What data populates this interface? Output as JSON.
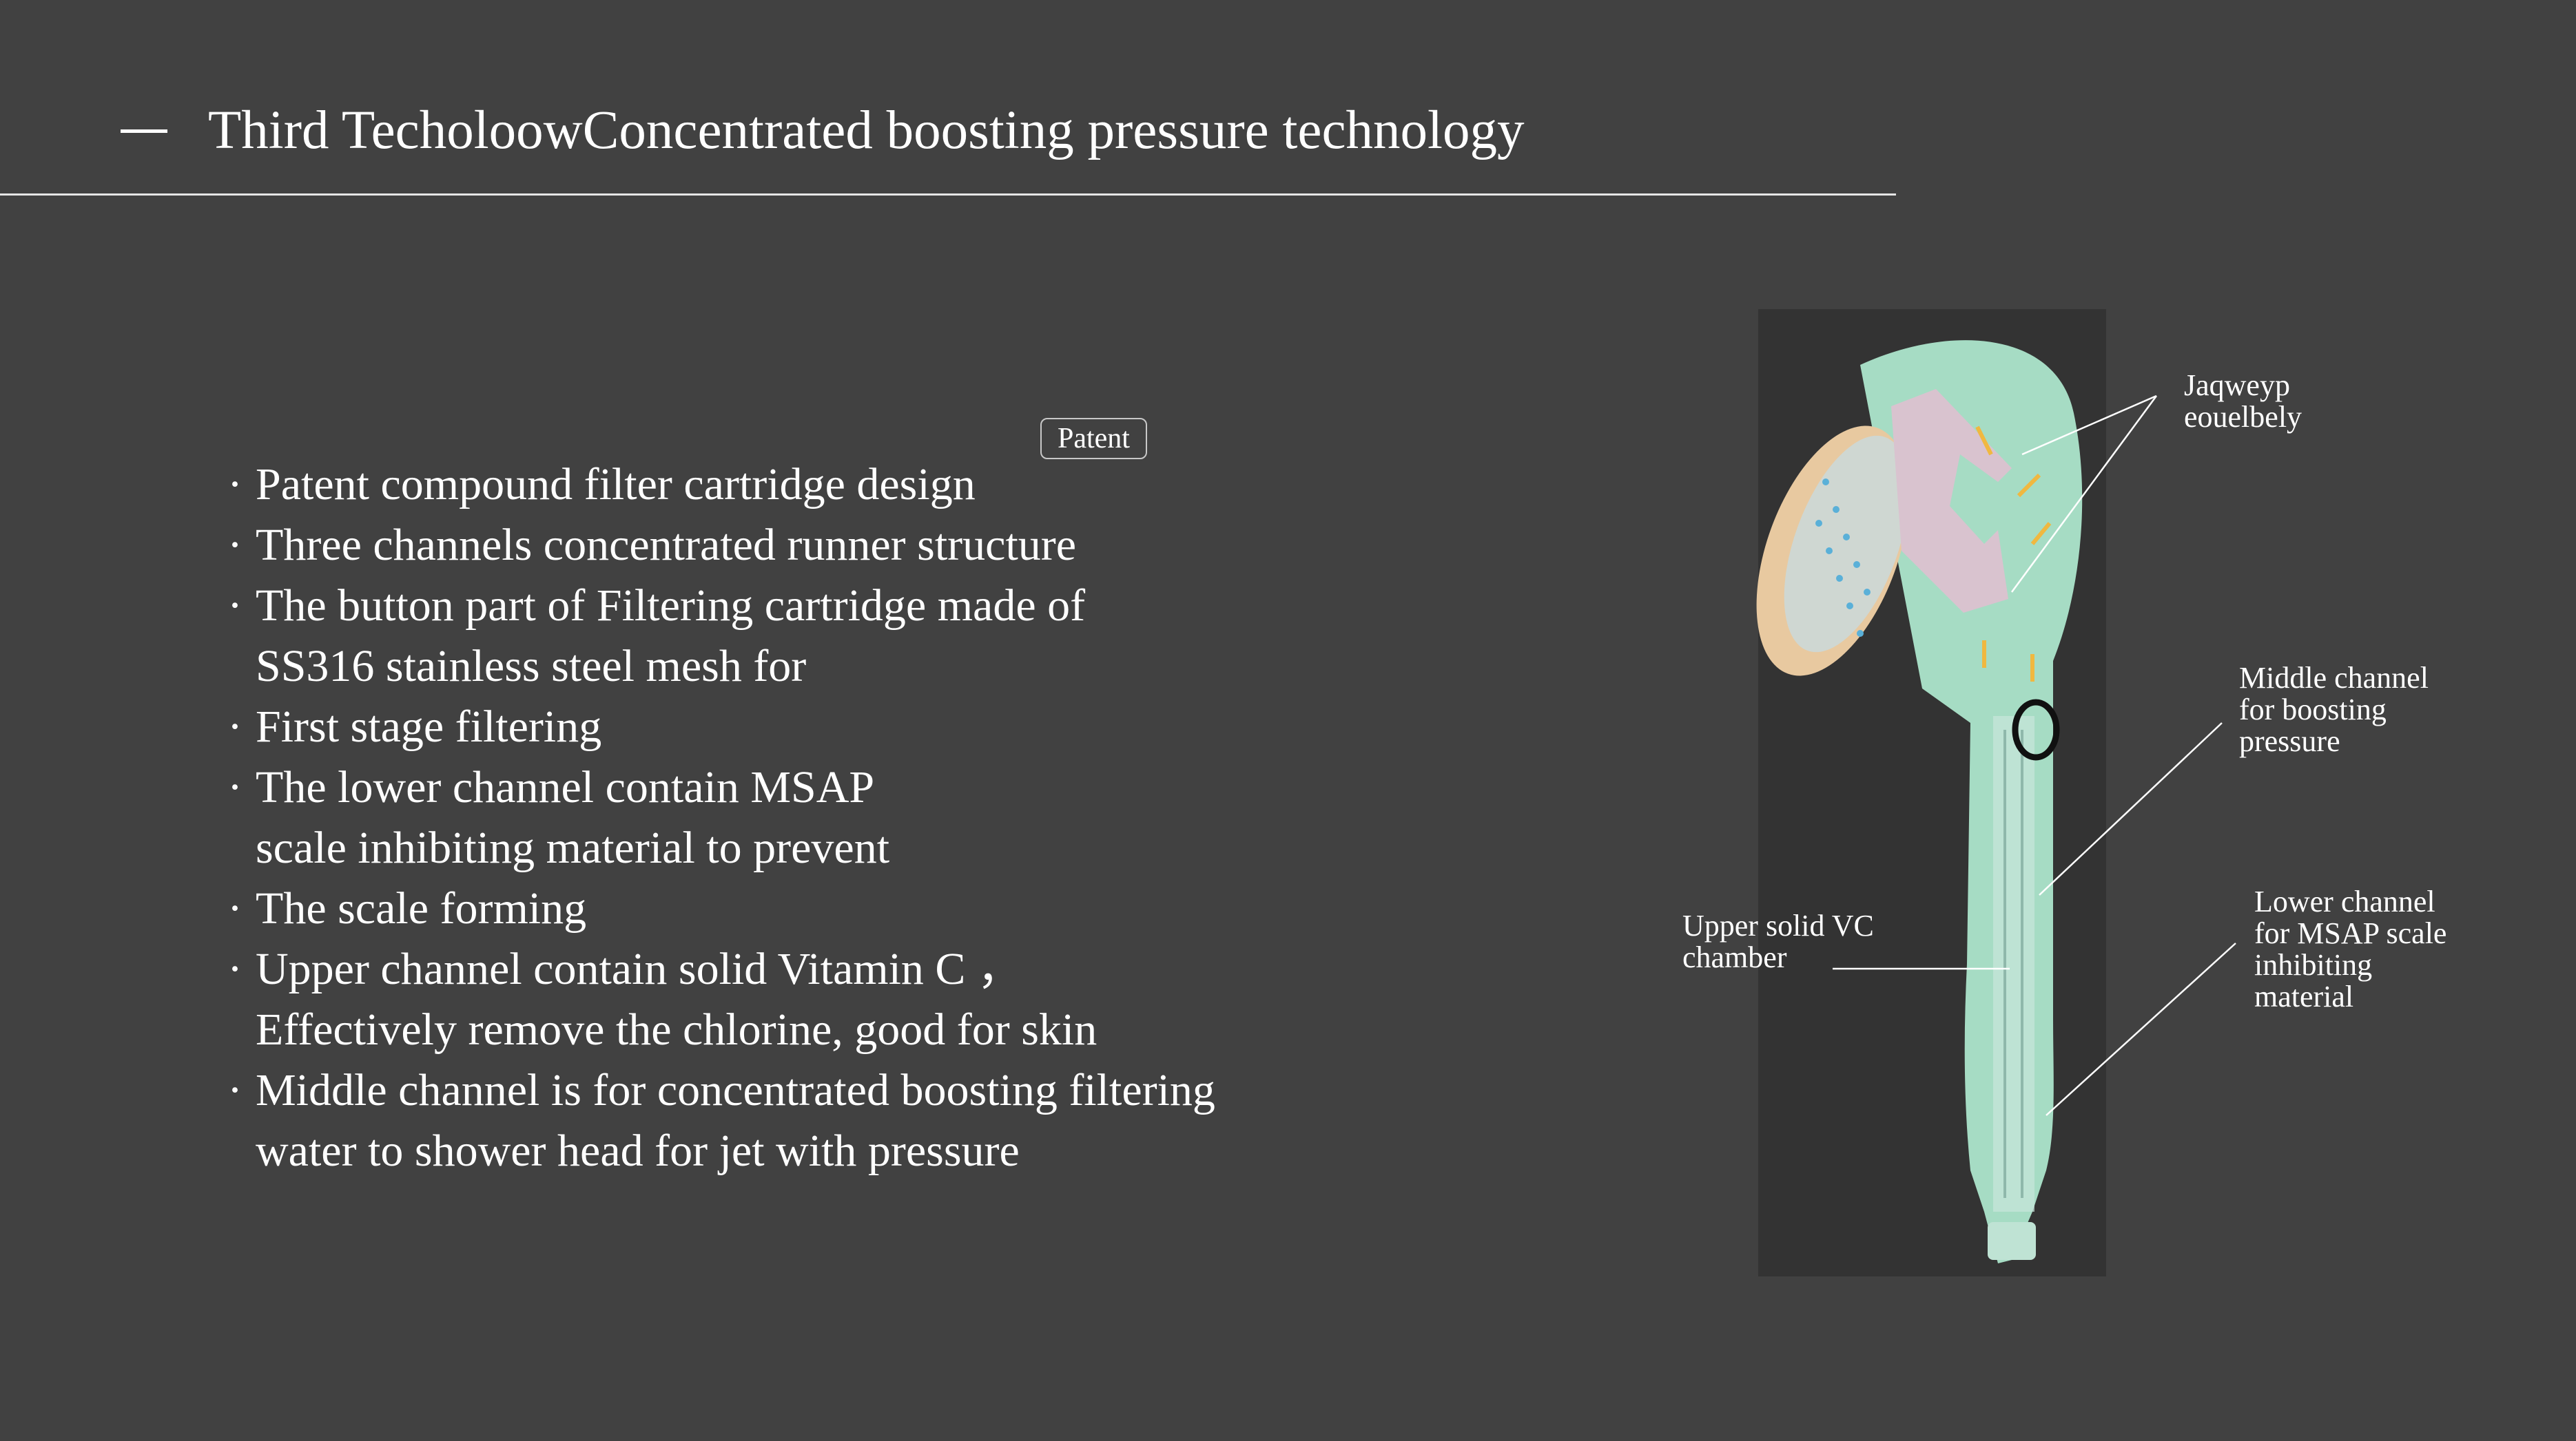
{
  "header": {
    "title": "Third TecholoowConcentrated boosting pressure technology"
  },
  "badge": {
    "label": "Patent"
  },
  "bullets": [
    {
      "bullet": "·",
      "text": "Patent compound filter cartridge design"
    },
    {
      "bullet": "·",
      "text": "Three channels concentrated runner structure"
    },
    {
      "bullet": "·",
      "text": "The button part of Filtering cartridge made of"
    },
    {
      "bullet": "",
      "text": "SS316 stainless steel mesh for"
    },
    {
      "bullet": "·",
      "text": "First stage filtering"
    },
    {
      "bullet": "·",
      "text": "The lower channel contain MSAP"
    },
    {
      "bullet": "",
      "text": "scale inhibiting material to prevent"
    },
    {
      "bullet": "·",
      "text": "The scale forming"
    },
    {
      "bullet": "·",
      "text": "Upper channel contain solid Vitamin C ，"
    },
    {
      "bullet": "",
      "text": "Effectively remove the chlorine, good for skin"
    },
    {
      "bullet": "·",
      "text": "Middle channel is for concentrated boosting filtering"
    },
    {
      "bullet": "",
      "text": "water to shower head for jet with pressure"
    }
  ],
  "callouts": {
    "top_right": "Jaqweyp\neouelbely",
    "middle_channel": "Middle channel\nfor boosting\npressure",
    "lower_channel": "Lower channel\nfor MSAP scale\ninhibiting\nmaterial",
    "upper_chamber": "Upper solid VC\nchamber"
  },
  "colors": {
    "background": "#414141",
    "figure_background": "#333333",
    "shower_body": "#a6dcc4",
    "filter_chamber": "#d9c3cf",
    "face_plate": "#e8c9a0",
    "arrow": "#f0b840"
  }
}
